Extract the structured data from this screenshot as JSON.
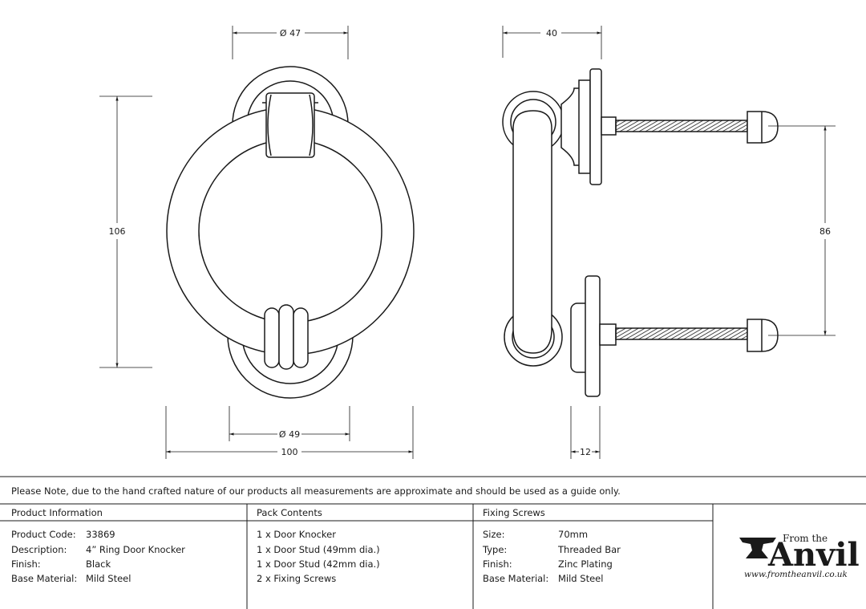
{
  "dimensions": {
    "top_diameter": "Ø 47",
    "height": "106",
    "bottom_diameter": "Ø 49",
    "width": "100",
    "side_depth": "40",
    "stud_spacing": "86",
    "backplate_depth": "12"
  },
  "note": "Please Note, due to the hand crafted nature of our products all measurements are approximate and should be used as a guide only.",
  "product_information": {
    "heading": "Product Information",
    "rows": [
      {
        "label": "Product Code:",
        "value": "33869"
      },
      {
        "label": "Description:",
        "value": "4” Ring Door Knocker"
      },
      {
        "label": "Finish:",
        "value": "Black"
      },
      {
        "label": "Base Material:",
        "value": "Mild Steel"
      }
    ]
  },
  "pack_contents": {
    "heading": "Pack Contents",
    "items": [
      "1 x Door Knocker",
      "1 x Door Stud (49mm dia.)",
      "1 x Door Stud (42mm dia.)",
      "2 x Fixing Screws"
    ]
  },
  "fixing_screws": {
    "heading": "Fixing Screws",
    "rows": [
      {
        "label": "Size:",
        "value": "70mm"
      },
      {
        "label": "Type:",
        "value": "Threaded Bar"
      },
      {
        "label": "Finish:",
        "value": "Zinc Plating"
      },
      {
        "label": "Base Material:",
        "value": "Mild Steel"
      }
    ]
  },
  "logo": {
    "from_the": "From the",
    "brand": "Anvil",
    "url": "www.fromtheanvil.co.uk"
  },
  "colors": {
    "line": "#1a1a1a",
    "background": "#ffffff"
  }
}
